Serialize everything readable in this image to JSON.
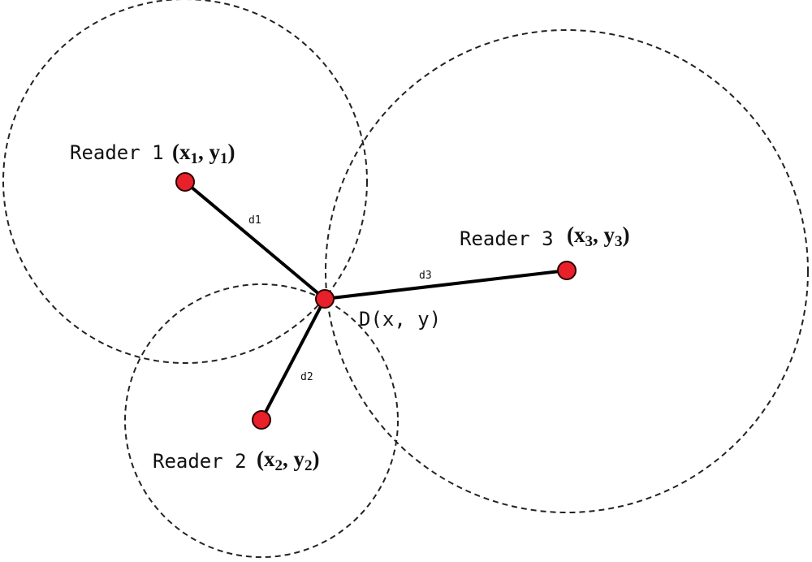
{
  "colors": {
    "node_fill": "#e8202a",
    "line": "#000000",
    "circle": "#222222"
  },
  "readers": [
    {
      "label": "Reader 1",
      "coord": {
        "x": "x",
        "xsub": "1",
        "y": "y",
        "ysub": "1"
      },
      "distance_label": "d1"
    },
    {
      "label": "Reader 2",
      "coord": {
        "x": "x",
        "xsub": "2",
        "y": "y",
        "ysub": "2"
      },
      "distance_label": "d2"
    },
    {
      "label": "Reader 3",
      "coord": {
        "x": "x",
        "xsub": "3",
        "y": "y",
        "ysub": "3"
      },
      "distance_label": "d3"
    }
  ],
  "target": {
    "label": "D(x, y)"
  }
}
